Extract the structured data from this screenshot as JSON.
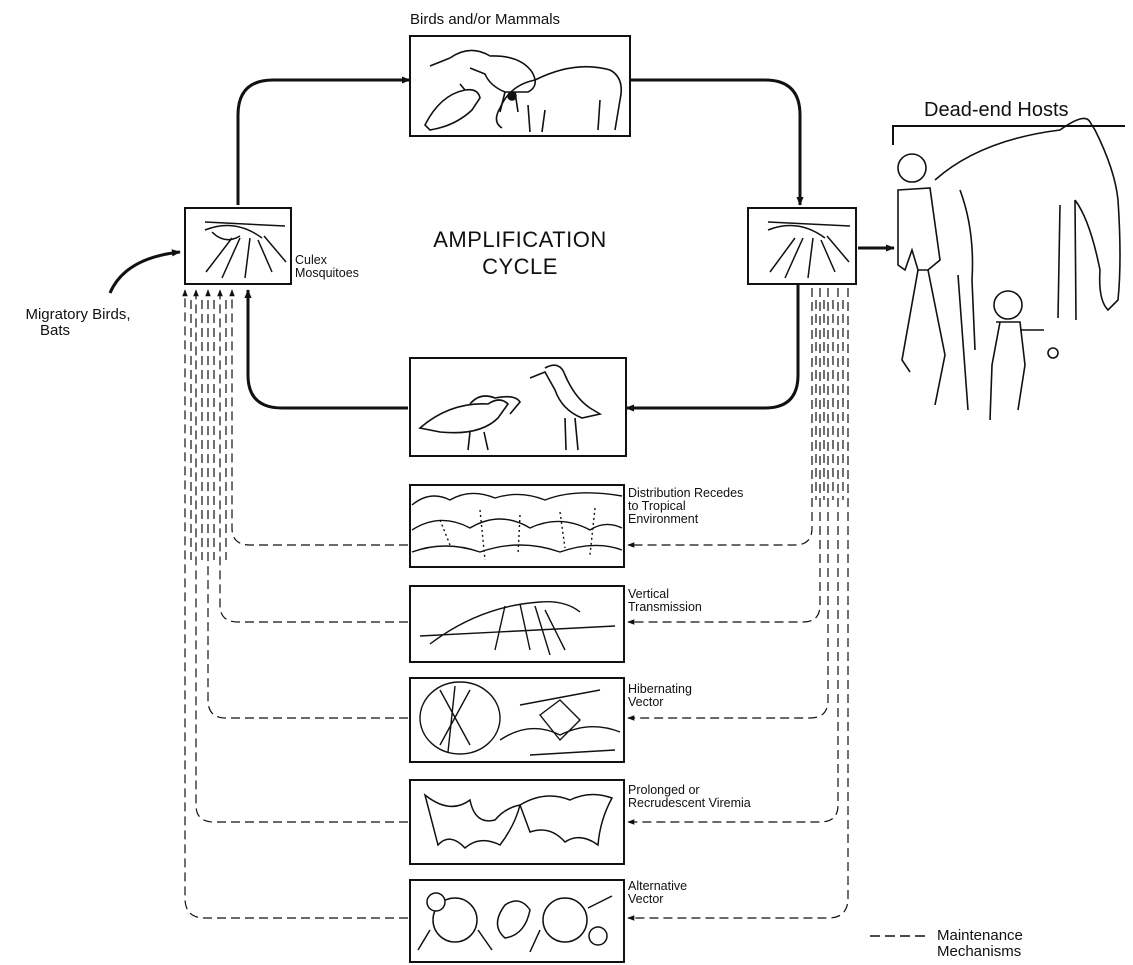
{
  "diagram": {
    "top_node": "Birds and/or Mammals",
    "center_title_line1": "AMPLIFICATION",
    "center_title_line2": "CYCLE",
    "left_vector_line1": "Culex",
    "left_vector_line2": "Mosquitoes",
    "migratory_line1": "Migratory Birds,",
    "migratory_line2": "Bats",
    "dead_end_hosts": "Dead-end Hosts",
    "mechanisms": [
      {
        "line1": "Distribution Recedes",
        "line2": "to Tropical",
        "line3": "Environment"
      },
      {
        "line1": "Vertical",
        "line2": "Transmission",
        "line3": ""
      },
      {
        "line1": "Hibernating",
        "line2": "Vector",
        "line3": ""
      },
      {
        "line1": "Prolonged  or",
        "line2": "Recrudescent Viremia",
        "line3": ""
      },
      {
        "line1": "Alternative",
        "line2": "Vector",
        "line3": ""
      }
    ],
    "legend_line1": "Maintenance",
    "legend_line2": "Mechanisms"
  },
  "icons": {
    "top_box": "birds-and-pig-icon",
    "left_box": "mosquito-icon",
    "right_box": "mosquito-icon",
    "bottom_box": "birds-icon",
    "dead_end": "man-horse-child-icon",
    "mechanism_boxes": [
      "tropical-landscape-icon",
      "mosquito-eggs-icon",
      "hibernating-mosquito-icon",
      "bats-icon",
      "ticks-icon"
    ]
  },
  "colors": {
    "ink": "#111111",
    "background": "#ffffff"
  }
}
